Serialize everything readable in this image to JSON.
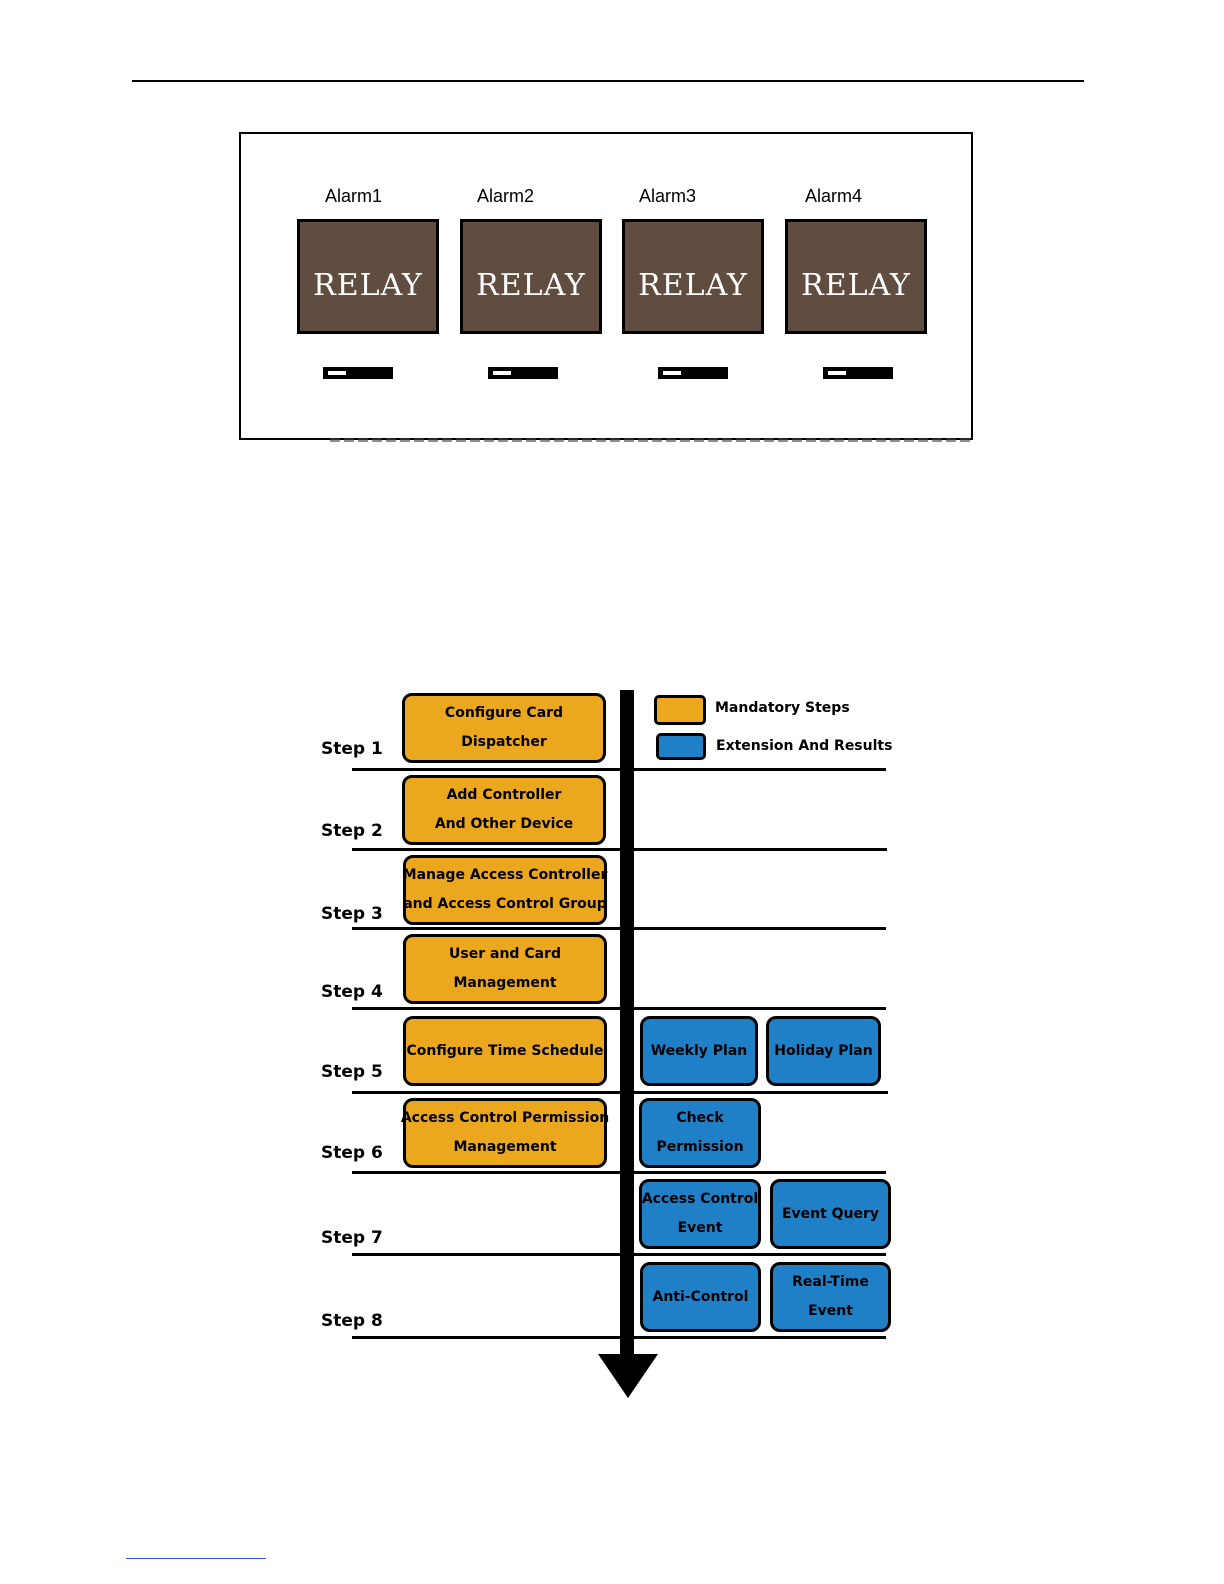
{
  "alarms": [
    {
      "label": "Alarm1",
      "relay": "RELAY"
    },
    {
      "label": "Alarm2",
      "relay": "RELAY"
    },
    {
      "label": "Alarm3",
      "relay": "RELAY"
    },
    {
      "label": "Alarm4",
      "relay": "RELAY"
    }
  ],
  "legend": {
    "mandatory": "Mandatory Steps",
    "extension": "Extension And Results"
  },
  "steps": [
    {
      "label": "Step 1",
      "main": [
        "Configure Card",
        "Dispatcher"
      ],
      "extras": []
    },
    {
      "label": "Step 2",
      "main": [
        "Add Controller",
        "And Other Device"
      ],
      "extras": []
    },
    {
      "label": "Step 3",
      "main": [
        "Manage Access Controller",
        "and Access Control Group"
      ],
      "extras": []
    },
    {
      "label": "Step 4",
      "main": [
        "User and Card",
        "Management"
      ],
      "extras": []
    },
    {
      "label": "Step 5",
      "main": [
        "Configure Time Schedule"
      ],
      "extras": [
        [
          "Weekly Plan"
        ],
        [
          "Holiday Plan"
        ]
      ]
    },
    {
      "label": "Step 6",
      "main": [
        "Access Control Permission",
        "Management"
      ],
      "extras": [
        [
          "Check",
          "Permission"
        ]
      ]
    },
    {
      "label": "Step 7",
      "main": [],
      "extras": [
        [
          "Access Control",
          "Event"
        ],
        [
          "Event Query"
        ]
      ]
    },
    {
      "label": "Step 8",
      "main": [],
      "extras": [
        [
          "Anti-Control"
        ],
        [
          "Real-Time",
          "Event"
        ]
      ]
    }
  ],
  "colors": {
    "relay": "#614d40",
    "mandatory": "#eba81f",
    "extension": "#1f7fc7"
  }
}
